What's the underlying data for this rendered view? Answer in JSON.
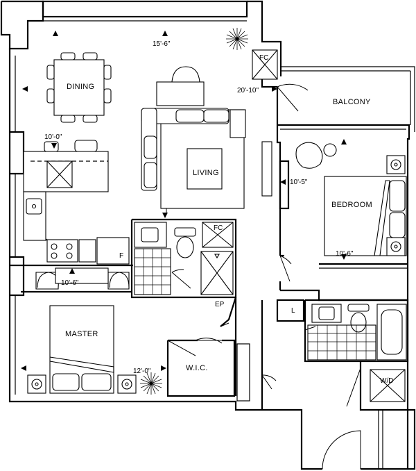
{
  "rooms": {
    "dining": "DINING",
    "living": "LIVING",
    "balcony": "BALCONY",
    "bedroom": "BEDROOM",
    "master": "MASTER",
    "wic": "W.I.C."
  },
  "dimensions": {
    "dining_width": "15'-6\"",
    "balcony_door": "20'-10\"",
    "kitchen": "10'-0\"",
    "bedroom_width": "10'-5\"",
    "bedroom_depth": "10'-6\"",
    "master_width": "10'-6\"",
    "master_depth": "12'-0\""
  },
  "symbols": {
    "fc_main": "FC",
    "fc_bath": "FC",
    "fridge": "F",
    "linen": "L",
    "electrical_panel": "EP",
    "washer_dryer": "W/D"
  }
}
